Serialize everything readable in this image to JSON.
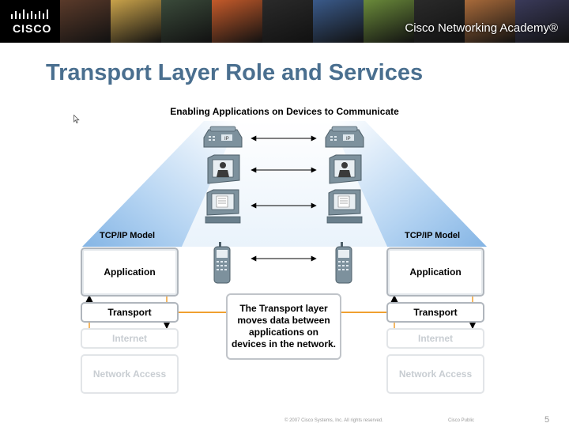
{
  "banner": {
    "logo_text": "CISCO",
    "academy": "Cisco Networking Academy®",
    "photo_colors": [
      "#5a3a2a",
      "#c9a24a",
      "#3a4a3a",
      "#c45a2a",
      "#2a2a2a",
      "#3a5a8a",
      "#6a8a3a",
      "#2a2a2a",
      "#a86a3a",
      "#3a3a5a"
    ]
  },
  "title": "Transport Layer Role and Services",
  "diagram": {
    "heading": "Enabling Applications on Devices  to Communicate",
    "left": {
      "model_label": "TCP/IP Model",
      "layers": [
        "Application",
        "Transport",
        "Internet",
        "Network Access"
      ]
    },
    "right": {
      "model_label": "TCP/IP Model",
      "layers": [
        "Application",
        "Transport",
        "Internet",
        "Network Access"
      ]
    },
    "callout": "The Transport layer moves data between applications on devices in the network.",
    "device_icons": [
      "ip-phone-icon",
      "video-terminal-icon",
      "computer-icon",
      "mobile-phone-icon"
    ],
    "colors": {
      "arrow": "#f0a030",
      "cone": "#a9cdf0",
      "device": "#6a7f8c"
    }
  },
  "footer": {
    "copyright": "© 2007 Cisco Systems, Inc. All rights reserved.",
    "classification": "Cisco Public",
    "page": "5"
  }
}
